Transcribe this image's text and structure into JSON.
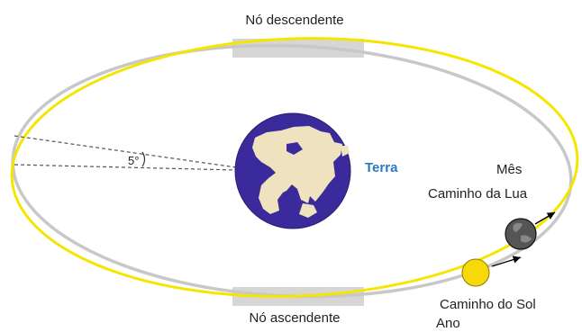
{
  "labels": {
    "descending_node": "Nó descendente",
    "ascending_node": "Nó ascendente",
    "earth": "Terra",
    "angle": "5°",
    "month": "Mês",
    "moon_path": "Caminho da Lua",
    "sun_path": "Caminho do Sol",
    "year": "Ano"
  },
  "colors": {
    "sun_orbit": "#f4e600",
    "moon_orbit": "#c8c8c8",
    "ocean": "#3a2a9c",
    "land": "#efe3bf",
    "earth_label": "#2a78c8",
    "sun": "#f7d90a",
    "moon": "#555555",
    "node_box": "#d6d6d6",
    "dashed_line": "#555555"
  }
}
